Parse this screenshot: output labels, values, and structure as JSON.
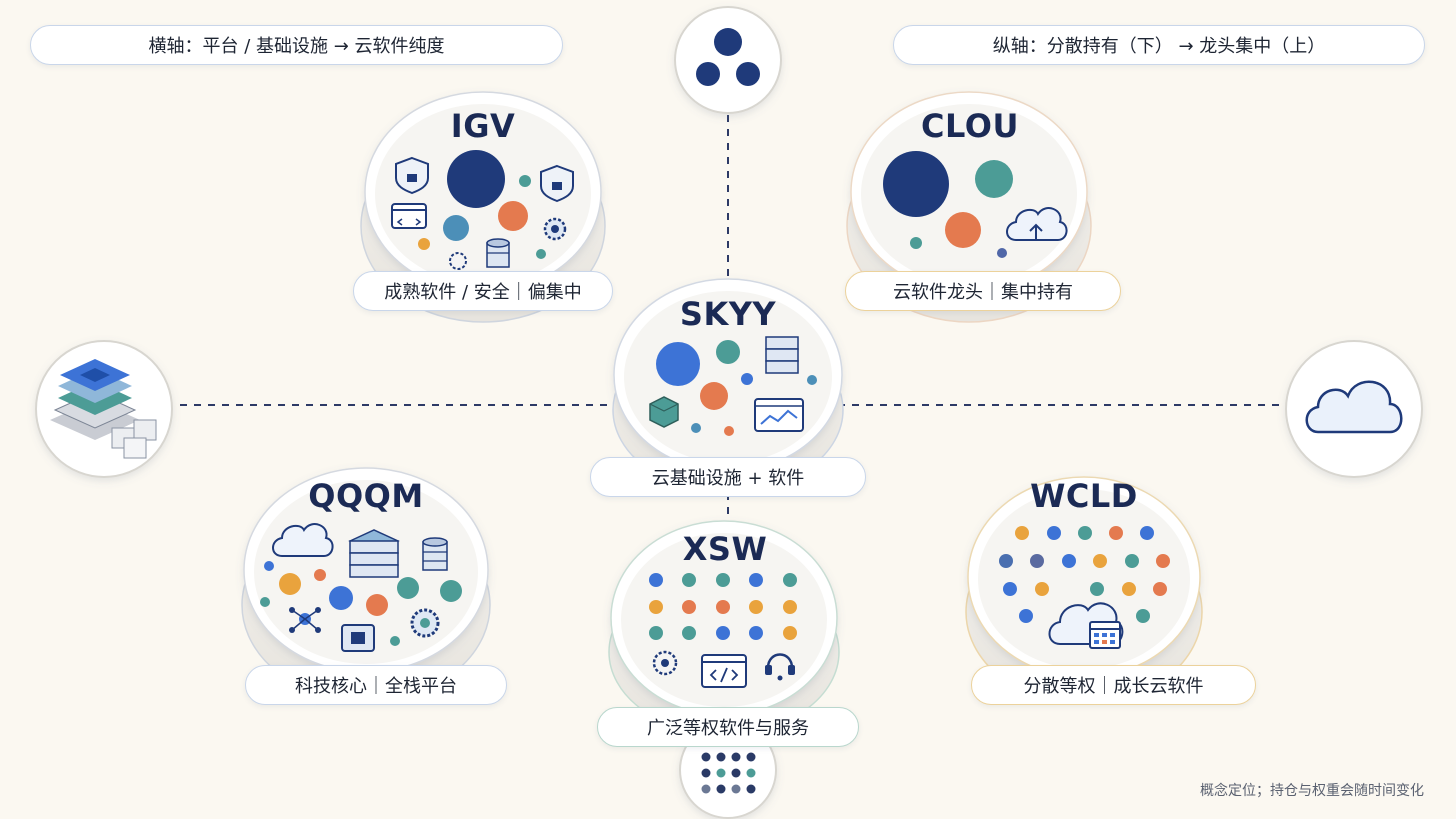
{
  "axes": {
    "x_label": "横轴：平台 / 基础设施 → 云软件纯度",
    "y_label": "纵轴：分散持有（下） → 龙头集中（上）"
  },
  "nodes": [
    {
      "ticker": "IGV",
      "tag": "成熟软件 / 安全｜偏集中"
    },
    {
      "ticker": "CLOU",
      "tag": "云软件龙头｜集中持有"
    },
    {
      "ticker": "SKYY",
      "tag": "云基础设施 + 软件"
    },
    {
      "ticker": "QQQM",
      "tag": "科技核心｜全栈平台"
    },
    {
      "ticker": "XSW",
      "tag": "广泛等权软件与服务"
    },
    {
      "ticker": "WCLD",
      "tag": "分散等权｜成长云软件"
    }
  ],
  "icons": {
    "top": "three-dots-concentration-icon",
    "bottom": "dot-grid-dispersion-icon",
    "left": "layered-infrastructure-stack-icon",
    "right": "cloud-icon"
  },
  "colors": {
    "navy": "#1f3a7a",
    "blue": "#3d73d6",
    "teal": "#4c9c96",
    "orange": "#e47a4f",
    "gold": "#e9a33d",
    "background": "#fbf8f1"
  },
  "footnote": "概念定位；持仓与权重会随时间变化"
}
